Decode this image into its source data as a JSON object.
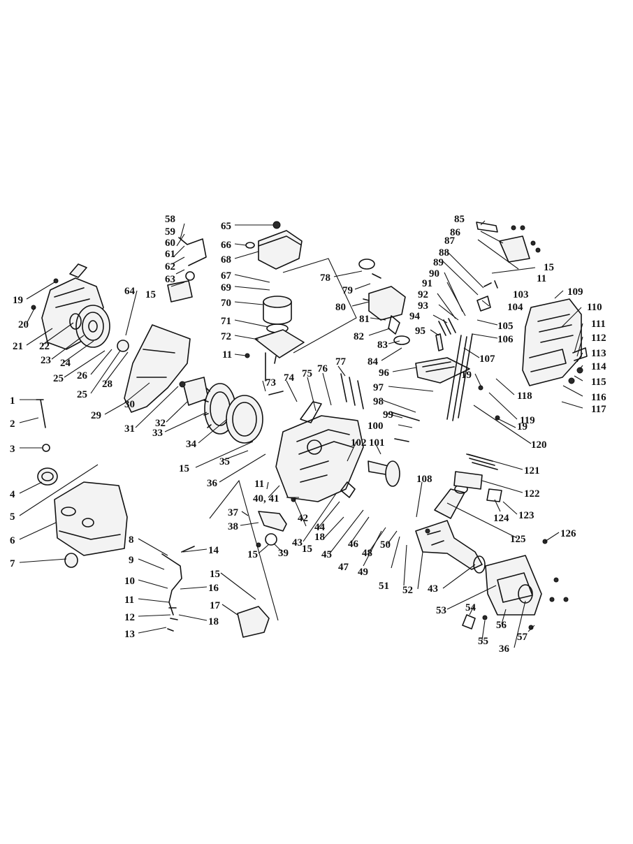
{
  "diagram": {
    "part_numbers": [
      "1",
      "2",
      "3",
      "4",
      "5",
      "6",
      "7",
      "8",
      "9",
      "10",
      "11",
      "11",
      "11",
      "11",
      "11",
      "12",
      "13",
      "14",
      "15",
      "15",
      "15",
      "15",
      "15",
      "15",
      "16",
      "17",
      "18",
      "18",
      "19",
      "19",
      "19",
      "20",
      "21",
      "22",
      "23",
      "24",
      "25",
      "25",
      "26",
      "28",
      "29",
      "30",
      "31",
      "32",
      "33",
      "34",
      "35",
      "36",
      "36",
      "37",
      "38",
      "39",
      "40, 41",
      "42",
      "43",
      "43",
      "43",
      "44",
      "45",
      "46",
      "47",
      "48",
      "49",
      "50",
      "51",
      "52",
      "53",
      "54",
      "55",
      "56",
      "57",
      "58",
      "59",
      "60",
      "61",
      "62",
      "63",
      "64",
      "65",
      "66",
      "67",
      "68",
      "69",
      "70",
      "71",
      "72",
      "73",
      "74",
      "75",
      "76",
      "77",
      "78",
      "79",
      "80",
      "81",
      "82",
      "83",
      "84",
      "85",
      "86",
      "87",
      "88",
      "89",
      "90",
      "91",
      "92",
      "93",
      "94",
      "95",
      "96",
      "97",
      "98",
      "99",
      "100",
      "101",
      "102",
      "103",
      "104",
      "105",
      "106",
      "107",
      "108",
      "109",
      "110",
      "111",
      "112",
      "113",
      "114",
      "115",
      "116",
      "117",
      "118",
      "119",
      "120",
      "121",
      "122",
      "123",
      "124",
      "125",
      "126"
    ]
  }
}
